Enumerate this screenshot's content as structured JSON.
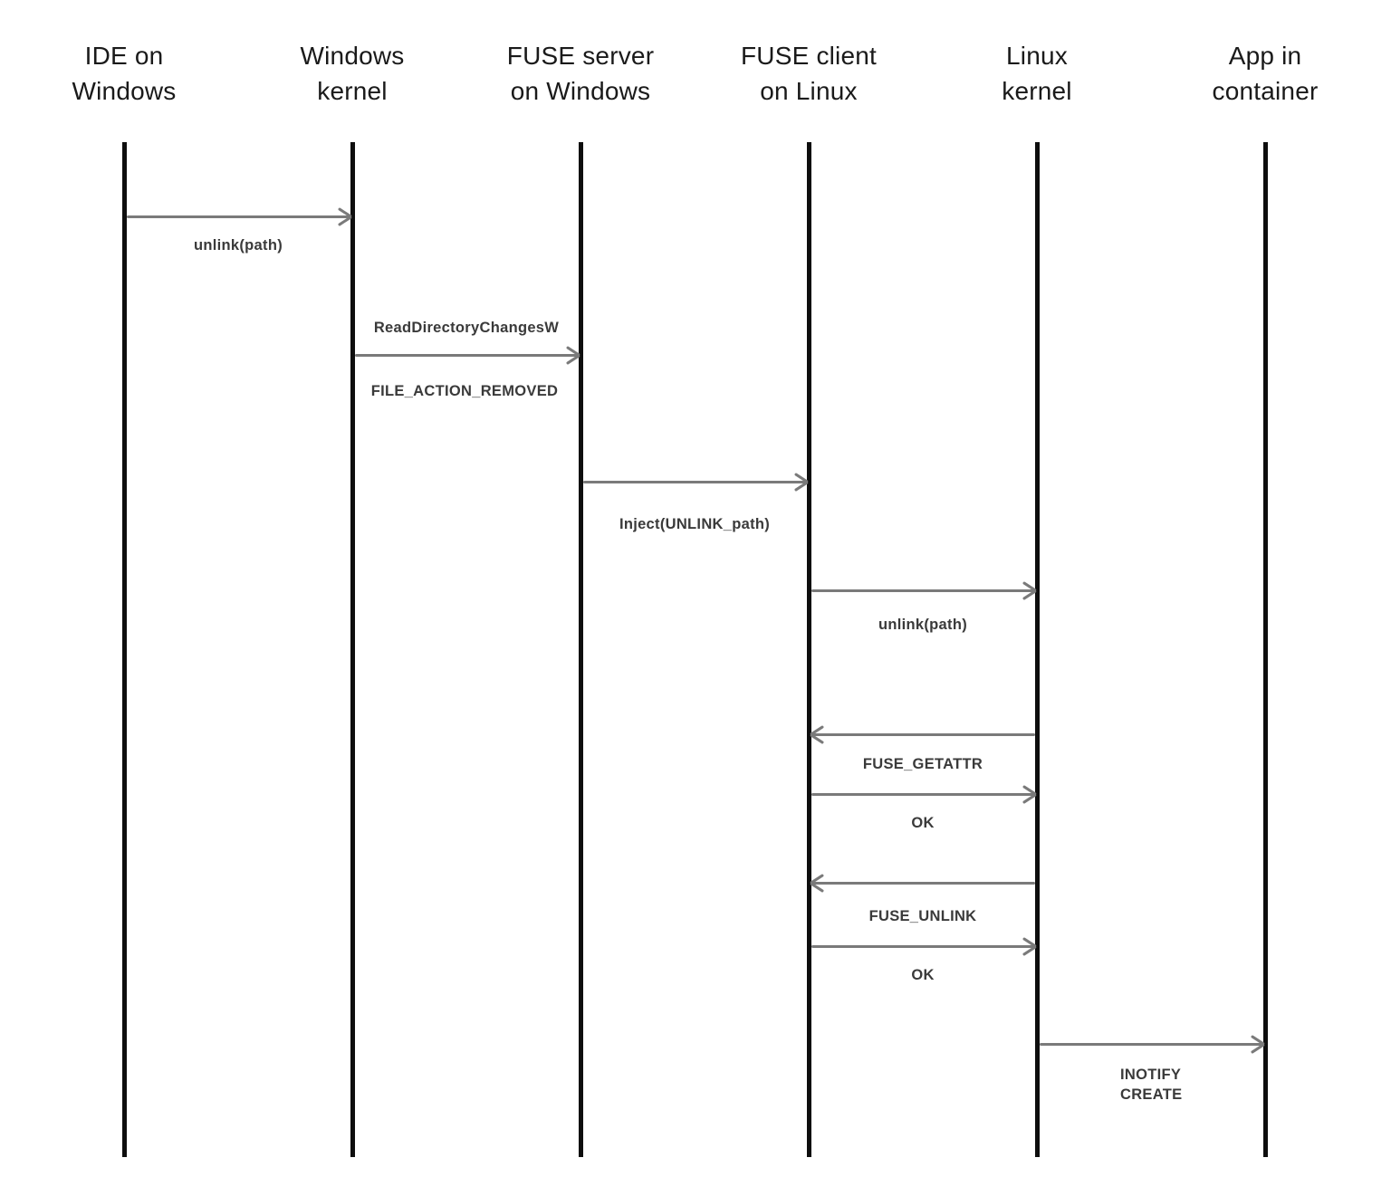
{
  "diagram": {
    "type": "sequence",
    "colors": {
      "background": "#ffffff",
      "lifeline": "#0e0e0e",
      "arrow": "#7a7a7a",
      "message_label": "#3a3a3a",
      "actor_label": "#1a1a1a"
    },
    "actors": [
      {
        "id": "ide-on-windows",
        "label": "IDE on\nWindows"
      },
      {
        "id": "windows-kernel",
        "label": "Windows\nkernel"
      },
      {
        "id": "fuse-server-on-windows",
        "label": "FUSE server\non Windows"
      },
      {
        "id": "fuse-client-on-linux",
        "label": "FUSE client\non Linux"
      },
      {
        "id": "linux-kernel",
        "label": "Linux\nkernel"
      },
      {
        "id": "app-in-container",
        "label": "App in\ncontainer"
      }
    ],
    "messages": [
      {
        "from": "IDE on Windows",
        "to": "Windows kernel",
        "direction": "right",
        "label": "unlink(path)",
        "label_position": "below"
      },
      {
        "from": "Windows kernel",
        "to": "FUSE server on Windows",
        "direction": "right",
        "label_above": "ReadDirectoryChangesW",
        "label_below": "FILE_ACTION_REMOVED"
      },
      {
        "from": "FUSE server on Windows",
        "to": "FUSE client on Linux",
        "direction": "right",
        "label": "Inject(UNLINK_path)",
        "label_position": "below"
      },
      {
        "from": "FUSE client on Linux",
        "to": "Linux kernel",
        "direction": "right",
        "label": "unlink(path)",
        "label_position": "below"
      },
      {
        "from": "Linux kernel",
        "to": "FUSE client on Linux",
        "direction": "left",
        "label": "FUSE_GETATTR",
        "label_position": "below"
      },
      {
        "from": "FUSE client on Linux",
        "to": "Linux kernel",
        "direction": "right",
        "label": "OK",
        "label_position": "below"
      },
      {
        "from": "Linux kernel",
        "to": "FUSE client on Linux",
        "direction": "left",
        "label": "FUSE_UNLINK",
        "label_position": "below"
      },
      {
        "from": "FUSE client on Linux",
        "to": "Linux kernel",
        "direction": "right",
        "label": "OK",
        "label_position": "below"
      },
      {
        "from": "Linux kernel",
        "to": "App in container",
        "direction": "right",
        "label": "INOTIFY\nCREATE",
        "label_position": "below"
      }
    ]
  }
}
